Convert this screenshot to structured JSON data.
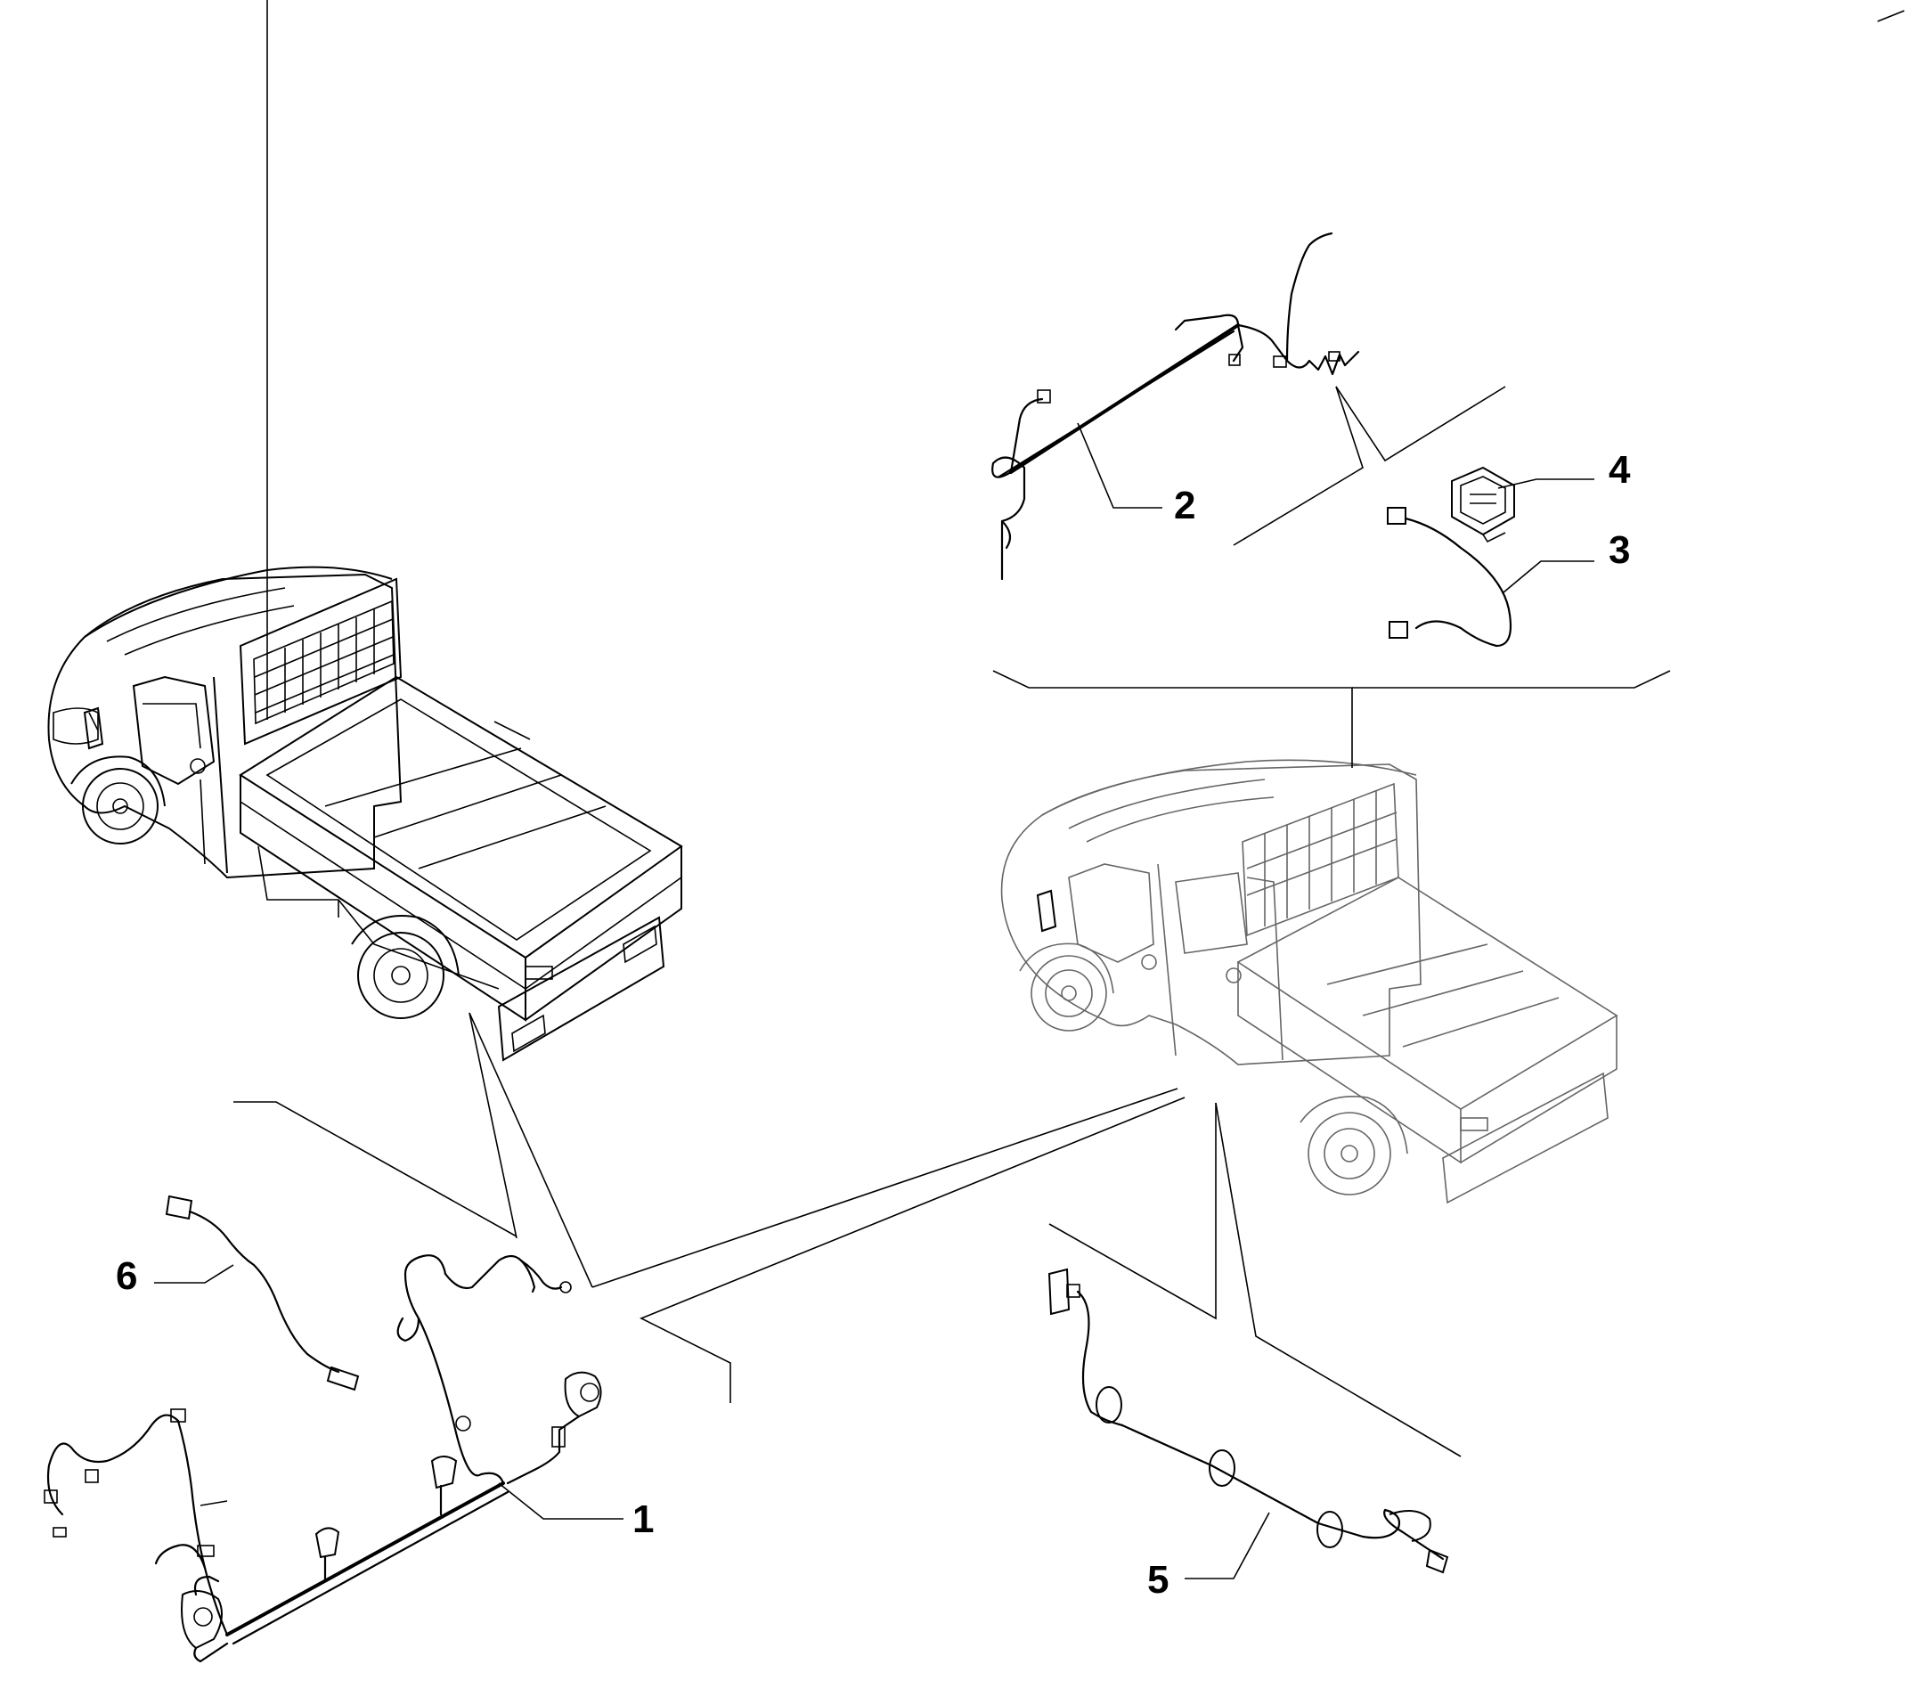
{
  "callouts": {
    "c1": "1",
    "c2": "2",
    "c3": "3",
    "c4": "4",
    "c5": "5",
    "c6": "6"
  },
  "colors": {
    "line": "#000000",
    "grey_line": "#666666",
    "background": "#ffffff"
  },
  "icons": {
    "truck_left": "single-cab-pickup-truck-icon",
    "truck_right": "crew-cab-pickup-truck-icon"
  }
}
